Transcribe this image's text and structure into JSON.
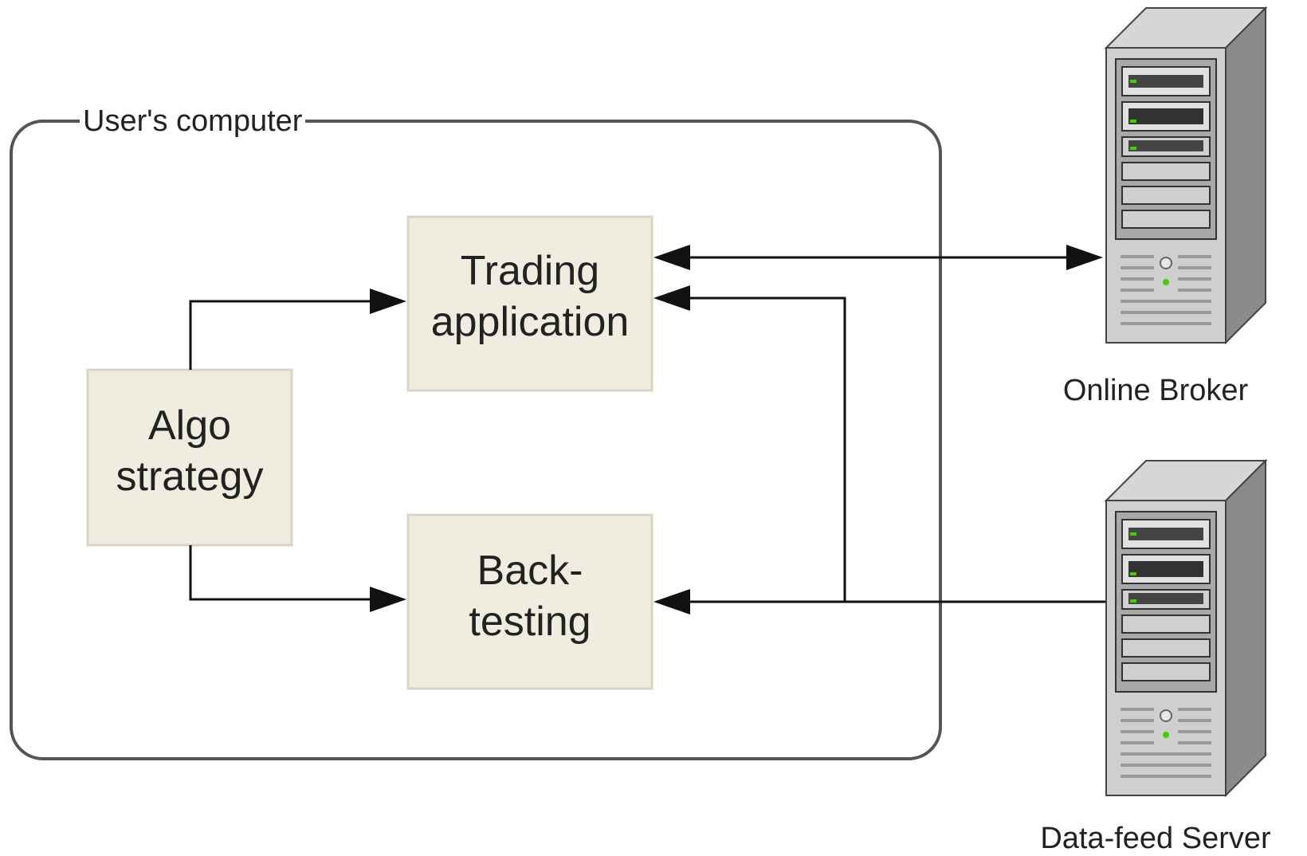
{
  "group": {
    "label": "User's computer"
  },
  "boxes": {
    "algo": {
      "line1": "Algo",
      "line2": "strategy"
    },
    "trading": {
      "line1": "Trading",
      "line2": "application"
    },
    "backtesting": {
      "line1": "Back-",
      "line2": "testing"
    }
  },
  "servers": {
    "broker": {
      "label": "Online Broker",
      "icon": "server-tower-icon"
    },
    "datafeed": {
      "label": "Data-feed Server",
      "icon": "server-tower-icon"
    }
  },
  "colors": {
    "box_fill": "#efece0",
    "box_border": "#d8d4c4",
    "line": "#111111",
    "group_border": "#555555",
    "server_body": "#c8c8c8",
    "server_dark": "#777777",
    "led_green": "#44d000"
  }
}
